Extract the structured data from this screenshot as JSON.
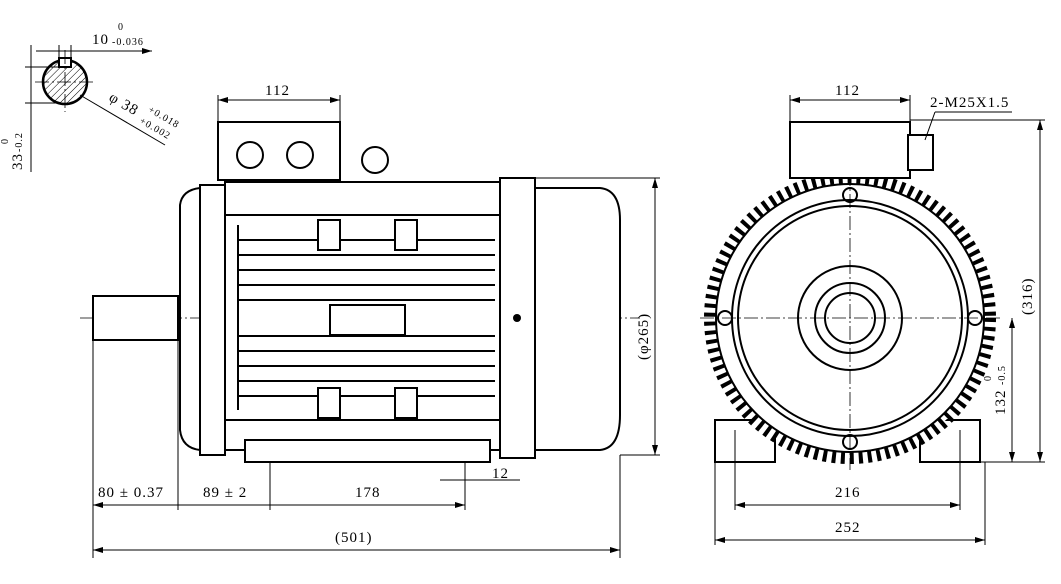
{
  "shaft_section": {
    "key_width": "10",
    "key_width_tol_upper": "0",
    "key_width_tol_lower": "-0.036",
    "key_depth": "33",
    "key_depth_tol_upper": "0",
    "key_depth_tol_lower": "-0.2",
    "diameter": "φ 38",
    "diameter_tol_upper": "+0.018",
    "diameter_tol_lower": "+0.002"
  },
  "side_view": {
    "terminal_box_width": "112",
    "diameter_label": "(φ265)",
    "shaft_length": "80 ± 0.37",
    "shaft_to_foot": "89 ± 2",
    "foot_spacing": "178",
    "foot_hole": "12",
    "overall_length": "(501)"
  },
  "front_view": {
    "terminal_box_width": "112",
    "cable_gland": "2-M25X1.5",
    "overall_height": "(316)",
    "shaft_height": "132",
    "shaft_height_tol_upper": "0",
    "shaft_height_tol_lower": "-0.5",
    "foot_hole_spacing": "216",
    "foot_width": "252"
  }
}
